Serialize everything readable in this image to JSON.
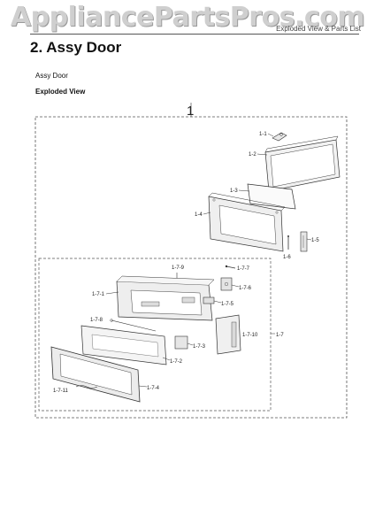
{
  "watermark": "AppliancePartsPros.com",
  "header": {
    "right_text": "Exploded View & Parts List"
  },
  "section_title": "2.  Assy Door",
  "subtitle": "Assy Door",
  "view_label": "Exploded View",
  "callouts": {
    "top": "1",
    "c1_1": "1-1",
    "c1_2": "1-2",
    "c1_3": "1-3",
    "c1_4": "1-4",
    "c1_5": "1-5",
    "c1_6": "1-6",
    "c1_7": "1-7",
    "c1_7_1": "1-7-1",
    "c1_7_2": "1-7-2",
    "c1_7_3": "1-7-3",
    "c1_7_4": "1-7-4",
    "c1_7_5": "1-7-5",
    "c1_7_6": "1-7-6",
    "c1_7_7": "1-7-7",
    "c1_7_8": "1-7-8",
    "c1_7_9": "1-7-9",
    "c1_7_10": "1-7-10",
    "c1_7_11": "1-7-11"
  }
}
